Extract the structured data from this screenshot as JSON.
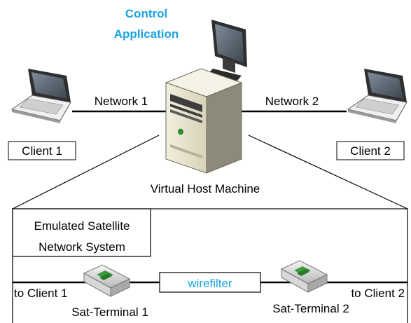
{
  "colors": {
    "accent": "#1aa3e0",
    "line": "#000000",
    "server_body": "#e8e3cf",
    "terminal_green": "#3c9b3a"
  },
  "control_app": {
    "line1": "Control",
    "line2": "Application",
    "icon": "monitor-icon"
  },
  "network1_label": "Network 1",
  "network2_label": "Network 2",
  "client1": {
    "label": "Client 1",
    "icon": "laptop-icon"
  },
  "client2": {
    "label": "Client 2",
    "icon": "laptop-icon"
  },
  "host": {
    "label": "Virtual Host Machine",
    "icon": "server-tower-icon"
  },
  "emulated": {
    "line1": "Emulated Satellite",
    "line2": "Network System"
  },
  "wirefilter_label": "wirefilter",
  "to_client1": "to Client 1",
  "to_client2": "to Client 2",
  "sat_terminal1": {
    "label": "Sat-Terminal 1",
    "icon": "sat-terminal-icon"
  },
  "sat_terminal2": {
    "label": "Sat-Terminal 2",
    "icon": "sat-terminal-icon"
  }
}
